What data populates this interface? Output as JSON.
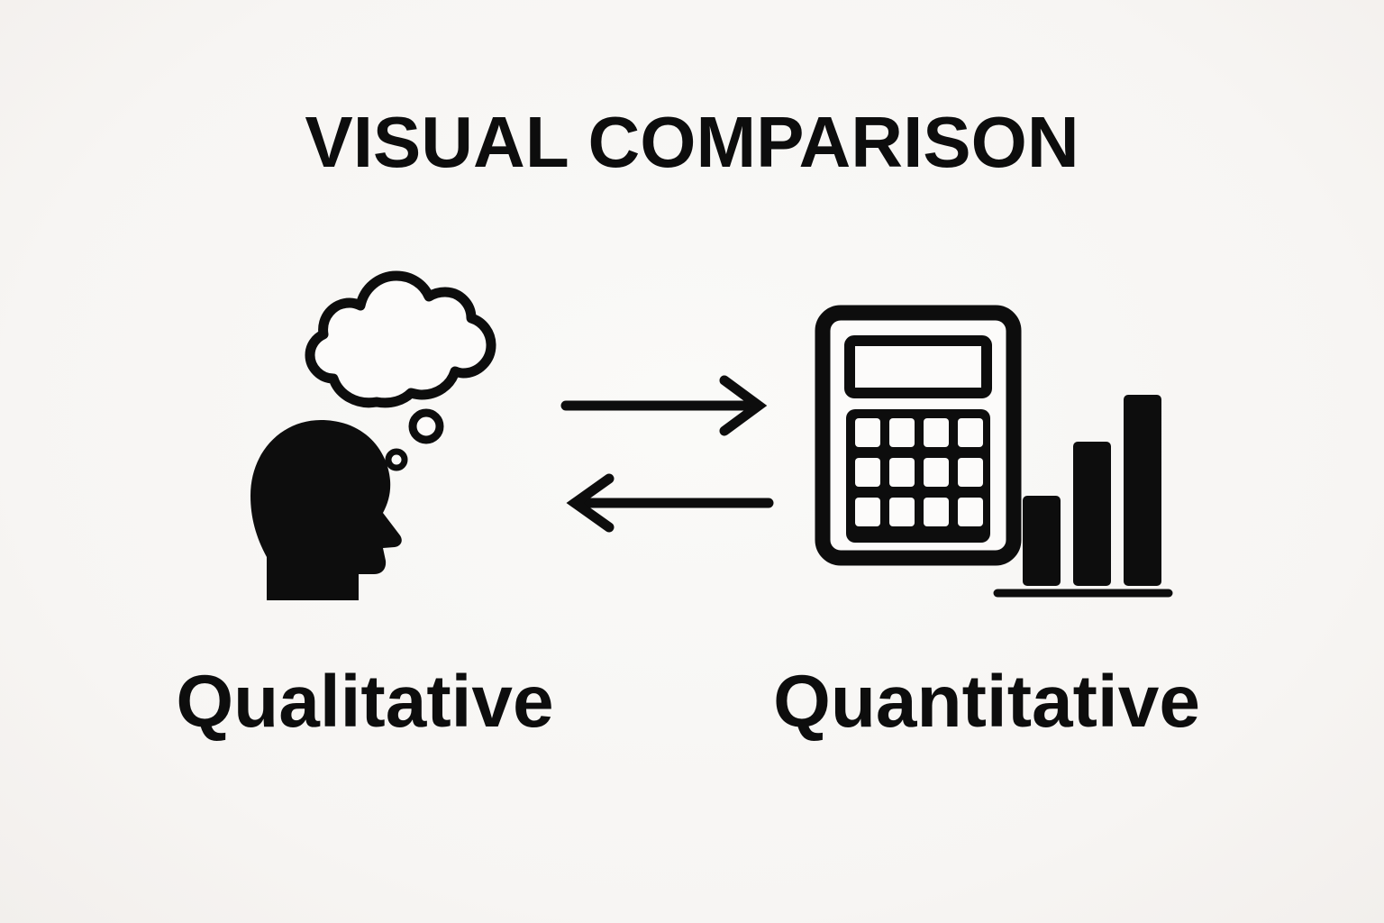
{
  "title": "VISUAL COMPARISON",
  "left": {
    "label": "Qualitative",
    "icon": "thinking-head-icon"
  },
  "right": {
    "label": "Quantitative",
    "icon": "calculator-bar-chart-icon"
  },
  "arrows": {
    "top_icon": "arrow-right-icon",
    "bottom_icon": "arrow-left-icon"
  },
  "colors": {
    "background": "#f7f5f3",
    "foreground": "#0d0d0d"
  }
}
